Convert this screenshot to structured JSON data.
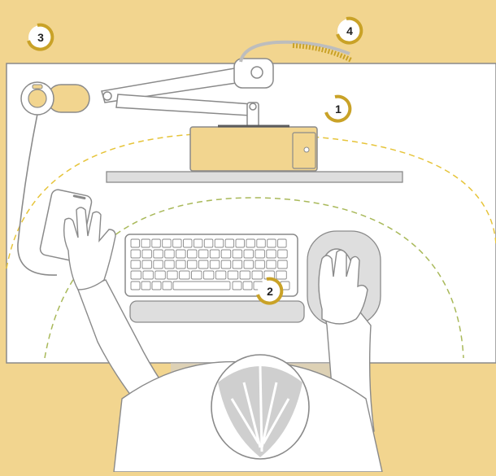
{
  "colors": {
    "background": "#f2d58f",
    "desk": "#ffffff",
    "outline": "#8a8a8a",
    "accent": "#c9a227",
    "monitor_fill": "#f2d58f",
    "reach_zone_outer": "#e6c43a",
    "reach_zone_inner": "#a9b95a",
    "badge_fill": "#ffffff",
    "badge_text": "#222222"
  },
  "markers": [
    {
      "number": "1",
      "icon": "circular-arrow-badge"
    },
    {
      "number": "2",
      "icon": "circular-arrow-badge"
    },
    {
      "number": "3",
      "icon": "circular-arrow-badge"
    },
    {
      "number": "4",
      "icon": "circular-arrow-badge"
    }
  ]
}
